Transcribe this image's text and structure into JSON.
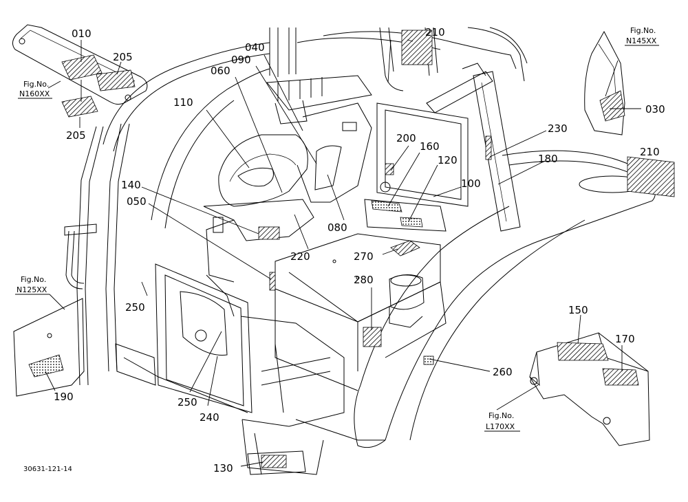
{
  "diagram": {
    "drawing_number": "30631-121-14",
    "fig_refs": [
      {
        "id": "n160",
        "line1": "Fig.No.",
        "line2": "N160XX"
      },
      {
        "id": "n145",
        "line1": "Fig.No.",
        "line2": "N145XX"
      },
      {
        "id": "n125",
        "line1": "Fig.No.",
        "line2": "N125XX"
      },
      {
        "id": "l170",
        "line1": "Fig.No.",
        "line2": "L170XX"
      }
    ],
    "labels": [
      {
        "id": "l010",
        "text": "010"
      },
      {
        "id": "l205a",
        "text": "205"
      },
      {
        "id": "l205b",
        "text": "205"
      },
      {
        "id": "l040",
        "text": "040"
      },
      {
        "id": "l090",
        "text": "090"
      },
      {
        "id": "l060",
        "text": "060"
      },
      {
        "id": "l110",
        "text": "110"
      },
      {
        "id": "l210a",
        "text": "210"
      },
      {
        "id": "l030",
        "text": "030"
      },
      {
        "id": "l230",
        "text": "230"
      },
      {
        "id": "l210b",
        "text": "210"
      },
      {
        "id": "l200",
        "text": "200"
      },
      {
        "id": "l160",
        "text": "160"
      },
      {
        "id": "l120",
        "text": "120"
      },
      {
        "id": "l180",
        "text": "180"
      },
      {
        "id": "l100",
        "text": "100"
      },
      {
        "id": "l140",
        "text": "140"
      },
      {
        "id": "l050",
        "text": "050"
      },
      {
        "id": "l080",
        "text": "080"
      },
      {
        "id": "l220",
        "text": "220"
      },
      {
        "id": "l270",
        "text": "270"
      },
      {
        "id": "l280",
        "text": "280"
      },
      {
        "id": "l250a",
        "text": "250"
      },
      {
        "id": "l250b",
        "text": "250"
      },
      {
        "id": "l240",
        "text": "240"
      },
      {
        "id": "l190",
        "text": "190"
      },
      {
        "id": "l150",
        "text": "150"
      },
      {
        "id": "l170",
        "text": "170"
      },
      {
        "id": "l260",
        "text": "260"
      },
      {
        "id": "l130",
        "text": "130"
      }
    ]
  }
}
